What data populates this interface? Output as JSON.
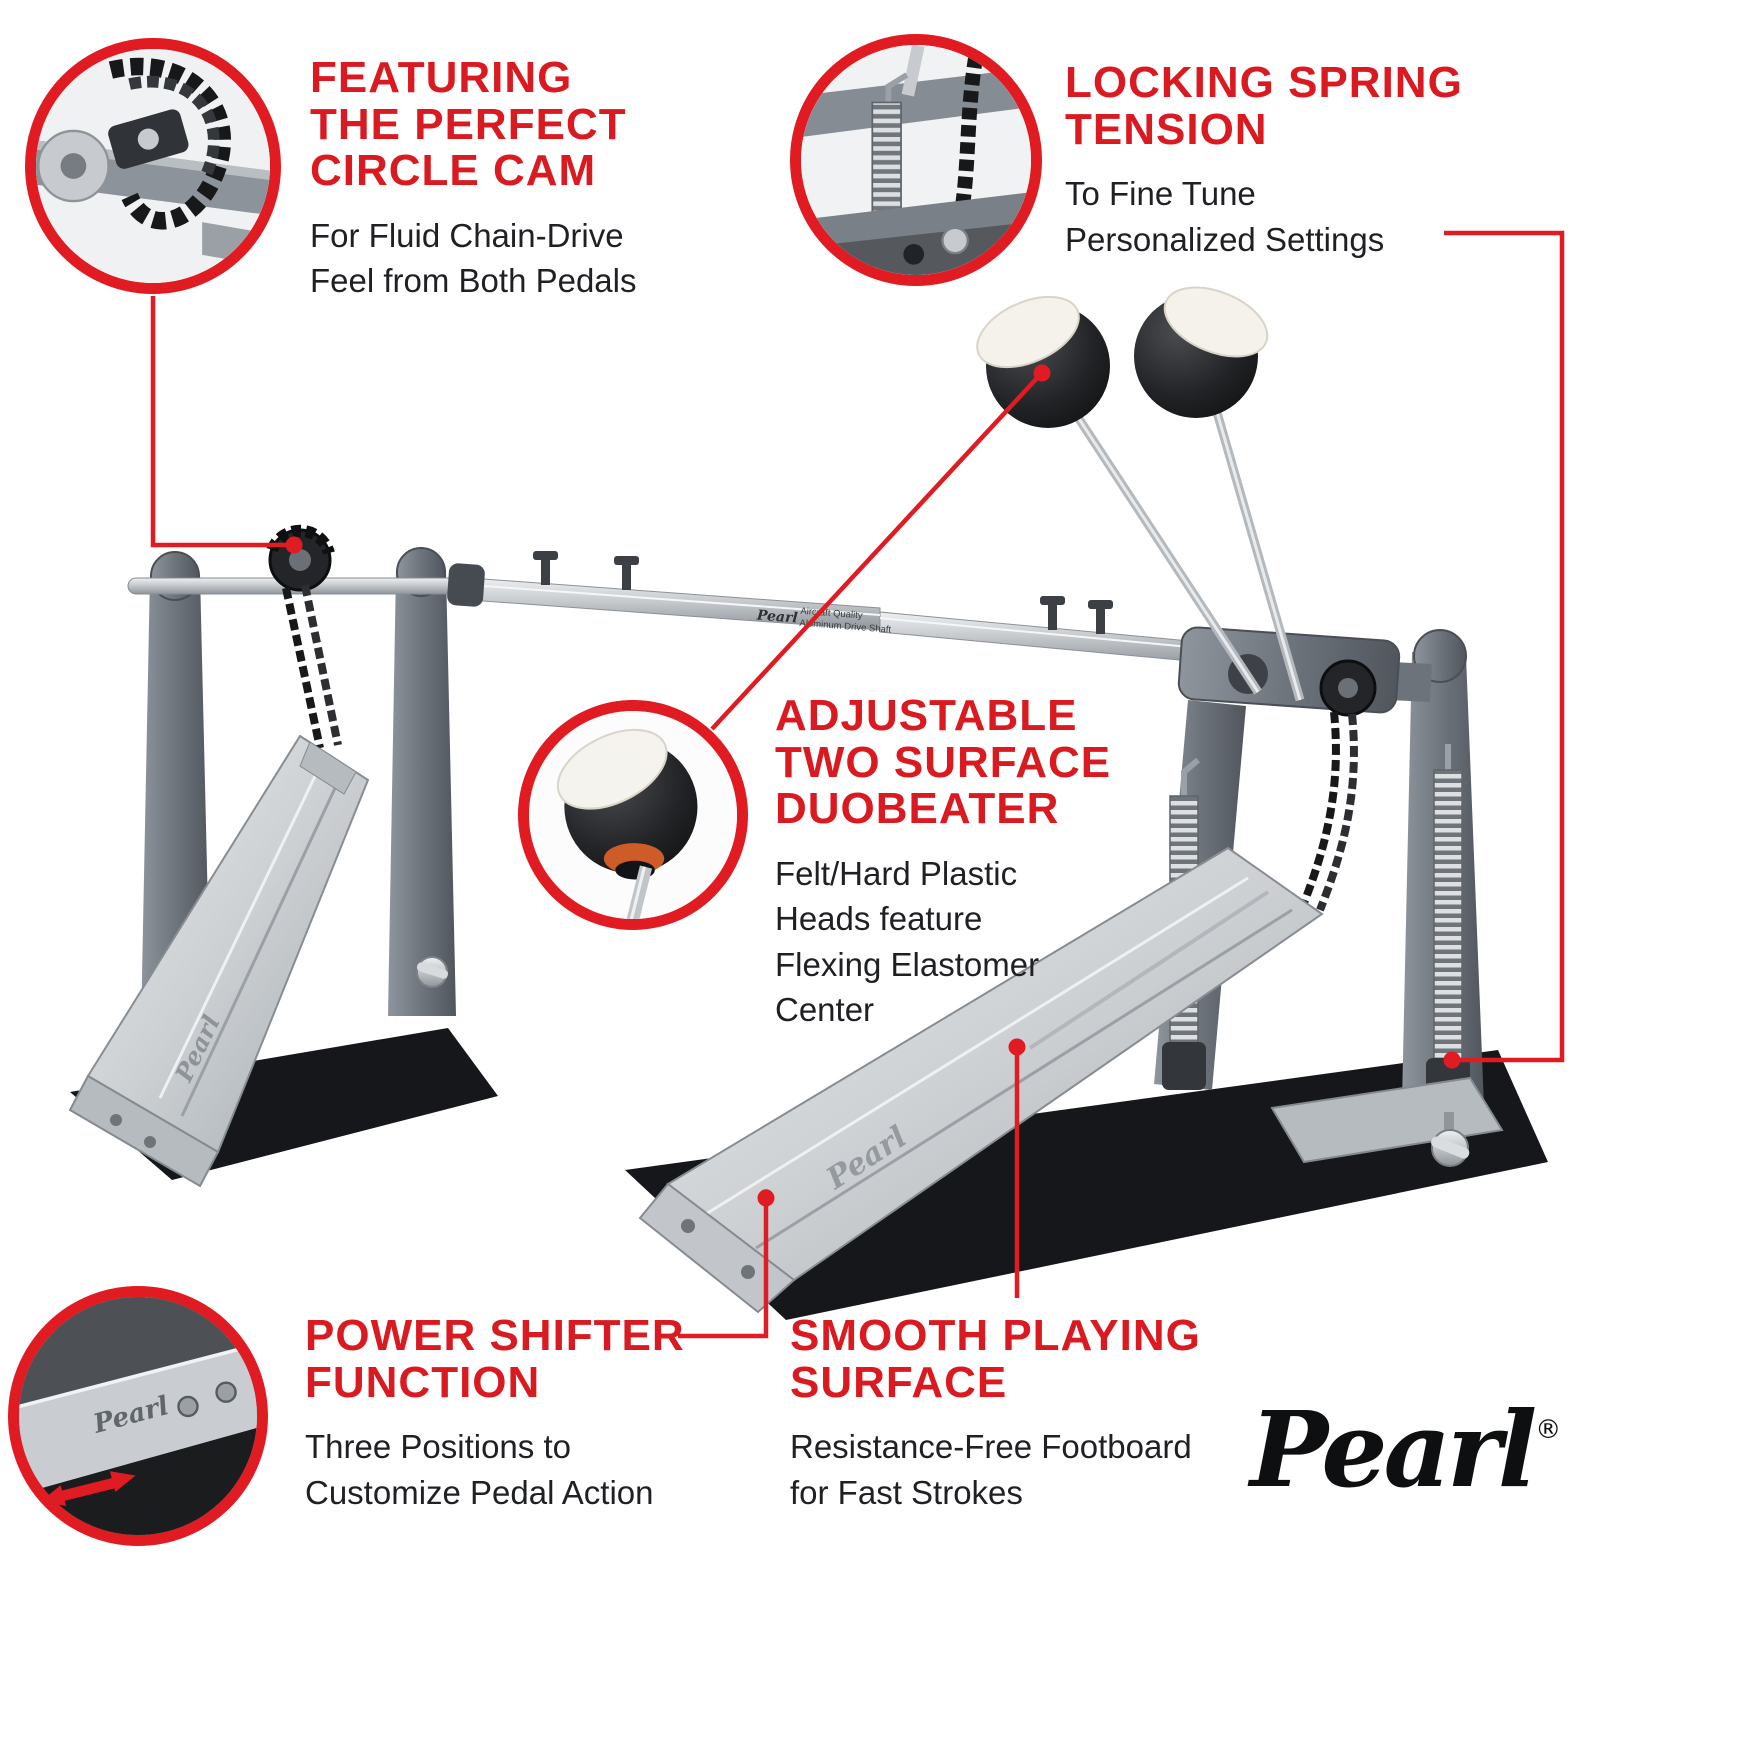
{
  "colors": {
    "accent_red": "#e01b22",
    "heading_red": "#da1a21",
    "body_text": "#1f2023",
    "background": "#ffffff"
  },
  "brand": {
    "logo_text": "Pearl",
    "registered": "®"
  },
  "product": {
    "footboard_logo": "Pearl",
    "shaft_brand": "Pearl",
    "shaft_label_1": "Aircraft Quality",
    "shaft_label_2": "Aluminum Drive Shaft"
  },
  "callouts": {
    "circle_cam": {
      "heading_lines": [
        "FEATURING",
        "THE PERFECT",
        "CIRCLE CAM"
      ],
      "body_lines": [
        "For Fluid Chain-Drive",
        "Feel from Both Pedals"
      ]
    },
    "spring_tension": {
      "heading_lines": [
        "LOCKING SPRING",
        "TENSION"
      ],
      "body_lines": [
        "To Fine Tune",
        "Personalized Settings"
      ]
    },
    "duobeater": {
      "heading_lines": [
        "ADJUSTABLE",
        "TWO SURFACE",
        "DUOBEATER"
      ],
      "body_lines": [
        "Felt/Hard Plastic",
        "Heads feature",
        "Flexing Elastomer",
        "Center"
      ]
    },
    "power_shifter": {
      "heading_lines": [
        "POWER SHIFTER",
        "FUNCTION"
      ],
      "body_lines": [
        "Three Positions to",
        "Customize Pedal Action"
      ]
    },
    "smooth_surface": {
      "heading_lines": [
        "SMOOTH PLAYING",
        "SURFACE"
      ],
      "body_lines": [
        "Resistance-Free Footboard",
        "for Fast Strokes"
      ]
    }
  }
}
